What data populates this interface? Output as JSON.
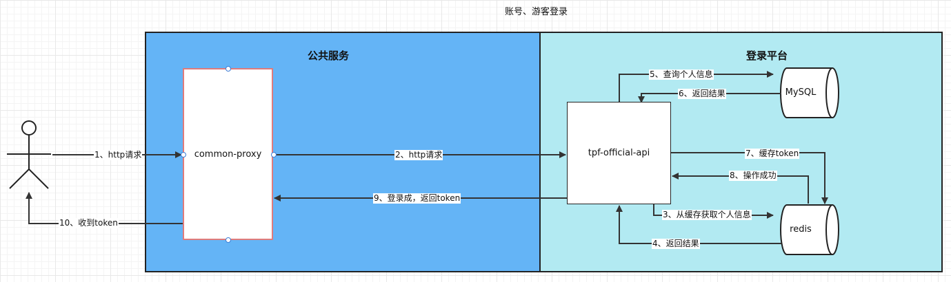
{
  "page_title": "账号、游客登录",
  "zones": {
    "public": {
      "title": "公共服务",
      "color": "#64b4f6"
    },
    "login": {
      "title": "登录平台",
      "color": "#b2eaf2"
    }
  },
  "nodes": {
    "proxy": "common-proxy",
    "api": "tpf-official-api",
    "mysql": "MySQL",
    "redis": "redis"
  },
  "edges": {
    "e1": "1、http请求",
    "e2": "2、http请求",
    "e3": "3、从缓存获取个人信息",
    "e4": "4、返回结果",
    "e5": "5、查询个人信息",
    "e6": "6、返回结果",
    "e7": "7、缓存token",
    "e8": "8、操作成功",
    "e9": "9、登录成，返回token",
    "e10": "10、收到token"
  },
  "colors": {
    "line": "#333333",
    "proxy_border": "#e07b7b",
    "handle": "#3a7bd5"
  },
  "icons": [
    "user-actor-icon",
    "database-cylinder-icon"
  ]
}
